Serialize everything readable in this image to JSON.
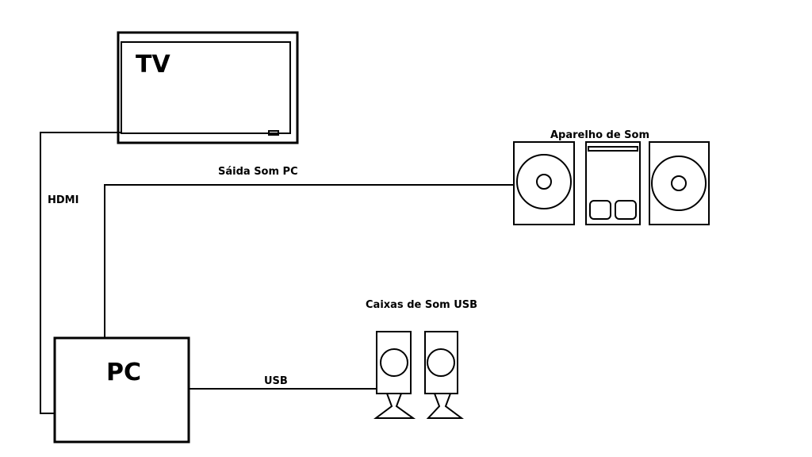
{
  "labels": {
    "tv": "TV",
    "pc": "PC",
    "hdmi": "HDMI",
    "pc_audio_out": "Sáida Som PC",
    "stereo": "Aparelho de Som",
    "usb_speakers": "Caixas de Som USB",
    "usb": "USB"
  },
  "colors": {
    "stroke": "#000000",
    "background": "#ffffff"
  }
}
